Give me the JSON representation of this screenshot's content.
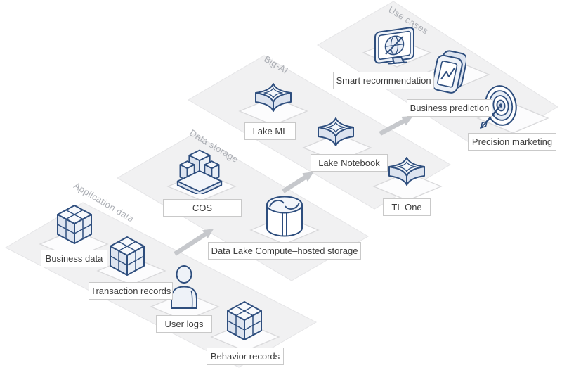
{
  "colors": {
    "icon_stroke": "#2e4e7e",
    "plane_fill": "#f1f1f2",
    "tile_fill": "#fcfcfd",
    "label_border": "#c9c9c9",
    "label_text": "#3d3d3d",
    "plane_title_text": "#abaeb4",
    "arrow": "#c6c8cc"
  },
  "planes": [
    {
      "title": "Application data",
      "items": [
        {
          "label": "Business data",
          "icon": "cube-icon"
        },
        {
          "label": "Transaction records",
          "icon": "cube-icon"
        },
        {
          "label": "User logs",
          "icon": "person-icon"
        },
        {
          "label": "Behavior records",
          "icon": "cube-icon"
        }
      ]
    },
    {
      "title": "Data storage",
      "items": [
        {
          "label": "COS",
          "icon": "building-icon"
        },
        {
          "label": "Data Lake Compute–hosted storage",
          "icon": "database-cylinder-icon"
        }
      ]
    },
    {
      "title": "Big-AI",
      "items": [
        {
          "label": "Lake ML",
          "icon": "star-block-icon"
        },
        {
          "label": "Lake Notebook",
          "icon": "star-block-icon"
        },
        {
          "label": "TI–One",
          "icon": "star-block-icon"
        }
      ]
    },
    {
      "title": "Use cases",
      "items": [
        {
          "label": "Smart recommendation",
          "icon": "monitor-globe-icon"
        },
        {
          "label": "Business prediction",
          "icon": "chart-screen-icon"
        },
        {
          "label": "Precision marketing",
          "icon": "target-arrow-icon"
        }
      ]
    }
  ]
}
